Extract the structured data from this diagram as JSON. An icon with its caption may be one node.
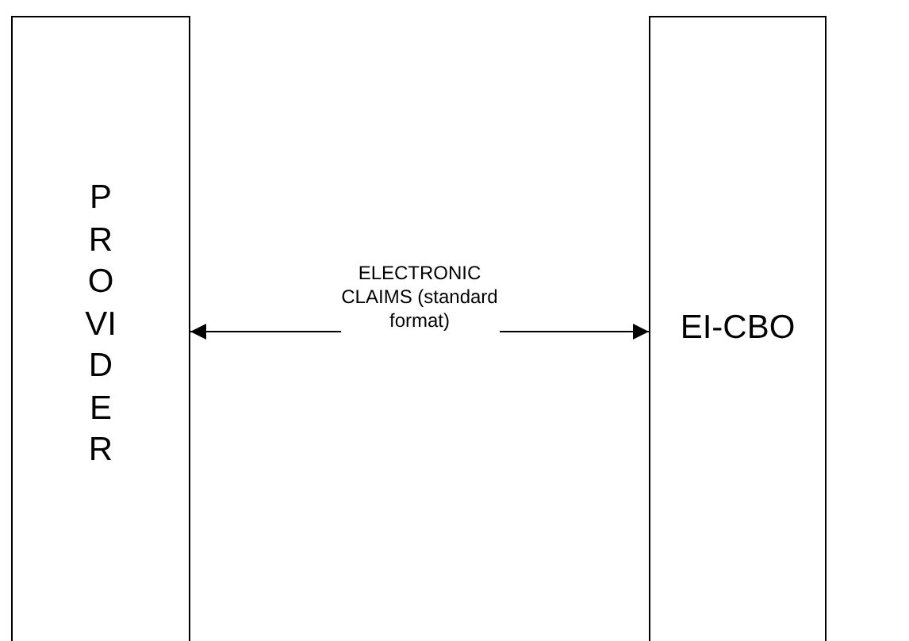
{
  "diagram": {
    "nodes": [
      {
        "text": [
          "PROVIDER"
        ]
      },
      {
        "text": [
          "EI-CBO"
        ]
      }
    ],
    "edges": [
      {
        "from": 0,
        "to": 1,
        "arrow": "both",
        "label": "ELECTRONIC CLAIMS (standard format)"
      }
    ]
  }
}
